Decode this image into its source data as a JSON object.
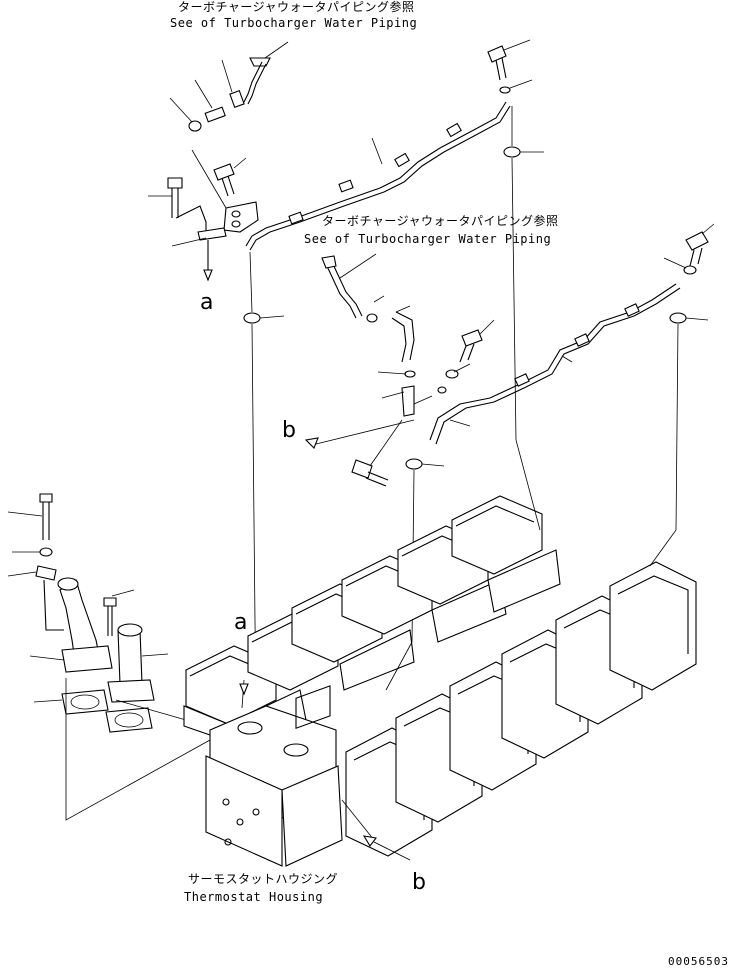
{
  "labels": {
    "top_note_jp": "ターボチャージャウォータパイピング参照",
    "top_note_en": "See of Turbocharger Water Piping",
    "mid_note_jp": "ターボチャージャウォータパイピング参照",
    "mid_note_en": "See of Turbocharger Water Piping",
    "thermostat_jp": "サーモスタットハウジング",
    "thermostat_en": "Thermostat Housing",
    "ref_a_upper": "a",
    "ref_a_lower": "a",
    "ref_b_mid": "b",
    "ref_b_lower": "b",
    "drawing_code": "00056503"
  }
}
